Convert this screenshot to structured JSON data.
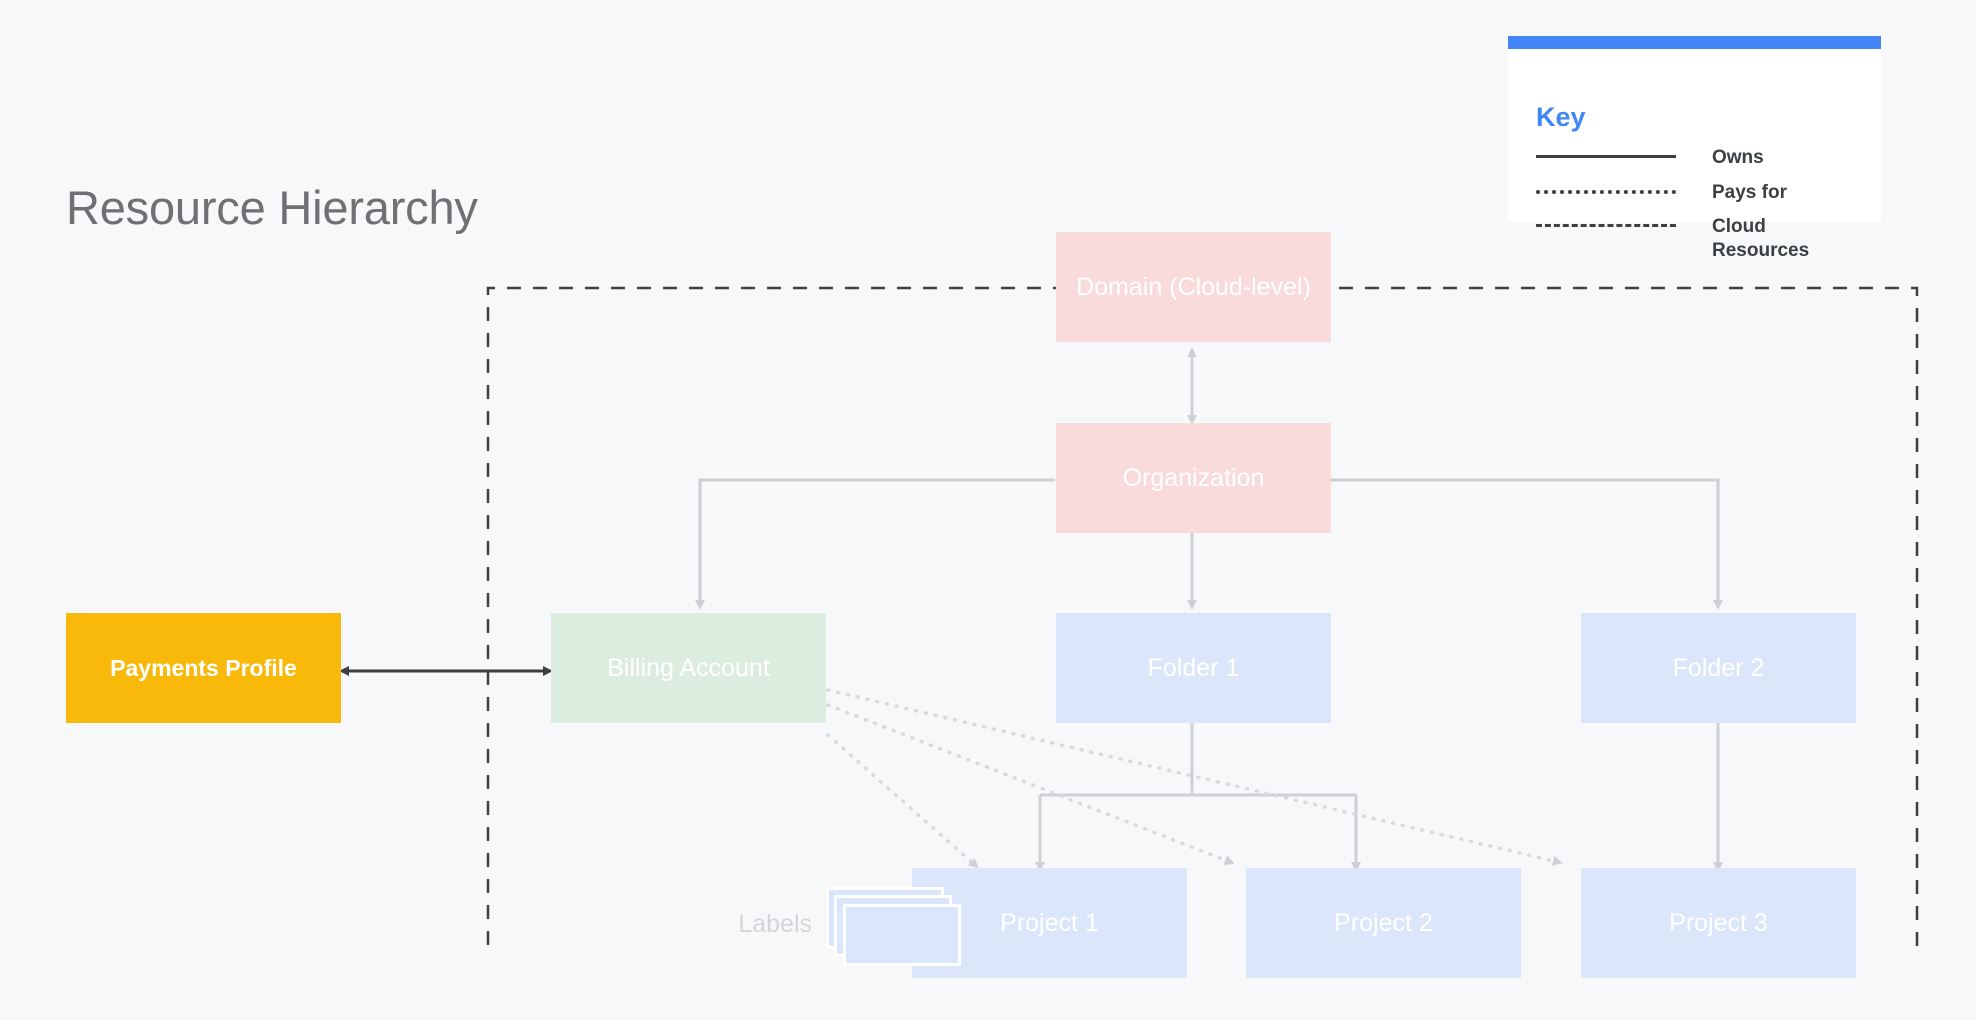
{
  "page": {
    "title": "Resource Hierarchy",
    "background_color": "#F7F8FA"
  },
  "colors": {
    "accent_blue": "#4285F4",
    "pink_node": "#F9DBDB",
    "blue_node": "#DBE6FA",
    "green_node": "#DCEDE0",
    "amber_node": "#F9B90B",
    "title_gray": "#6E7073",
    "edge_gray": "#D2D5D9",
    "dark_line": "#3C4043"
  },
  "key": {
    "heading": "Key",
    "rows": [
      {
        "style": "solid",
        "label": "Owns"
      },
      {
        "style": "dotted",
        "label": "Pays for"
      },
      {
        "style": "dashed",
        "label": "Cloud Resources"
      }
    ]
  },
  "nodes": {
    "domain": "Domain (Cloud-level)",
    "organization": "Organization",
    "billing_account": "Billing Account",
    "payments_profile": "Payments Profile",
    "folder_1": "Folder 1",
    "folder_2": "Folder 2",
    "project_1": "Project 1",
    "project_2": "Project 2",
    "project_3": "Project 3",
    "labels": "Labels"
  },
  "diagram_data": {
    "type": "hierarchy-diagram",
    "boundary": {
      "name": "Cloud Resources",
      "line_style": "dashed",
      "contains": [
        "Domain (Cloud-level)",
        "Organization",
        "Billing Account",
        "Folder 1",
        "Folder 2",
        "Project 1",
        "Project 2",
        "Project 3",
        "Labels"
      ]
    },
    "edges": [
      {
        "from": "Organization",
        "to": "Domain (Cloud-level)",
        "relation": "Owns",
        "style": "solid",
        "arrow": "both"
      },
      {
        "from": "Organization",
        "to": "Billing Account",
        "relation": "Owns",
        "style": "solid",
        "arrow": "to"
      },
      {
        "from": "Organization",
        "to": "Folder 1",
        "relation": "Owns",
        "style": "solid",
        "arrow": "to"
      },
      {
        "from": "Organization",
        "to": "Folder 2",
        "relation": "Owns",
        "style": "solid",
        "arrow": "to"
      },
      {
        "from": "Folder 1",
        "to": "Project 1",
        "relation": "Owns",
        "style": "solid",
        "arrow": "to"
      },
      {
        "from": "Folder 1",
        "to": "Project 2",
        "relation": "Owns",
        "style": "solid",
        "arrow": "to"
      },
      {
        "from": "Folder 2",
        "to": "Project 3",
        "relation": "Owns",
        "style": "solid",
        "arrow": "to"
      },
      {
        "from": "Payments Profile",
        "to": "Billing Account",
        "relation": "Pays for",
        "style": "solid",
        "arrow": "both"
      },
      {
        "from": "Billing Account",
        "to": "Project 1",
        "relation": "Pays for",
        "style": "dotted",
        "arrow": "to"
      },
      {
        "from": "Billing Account",
        "to": "Project 2",
        "relation": "Pays for",
        "style": "dotted",
        "arrow": "to"
      },
      {
        "from": "Billing Account",
        "to": "Project 3",
        "relation": "Pays for",
        "style": "dotted",
        "arrow": "to"
      }
    ]
  }
}
